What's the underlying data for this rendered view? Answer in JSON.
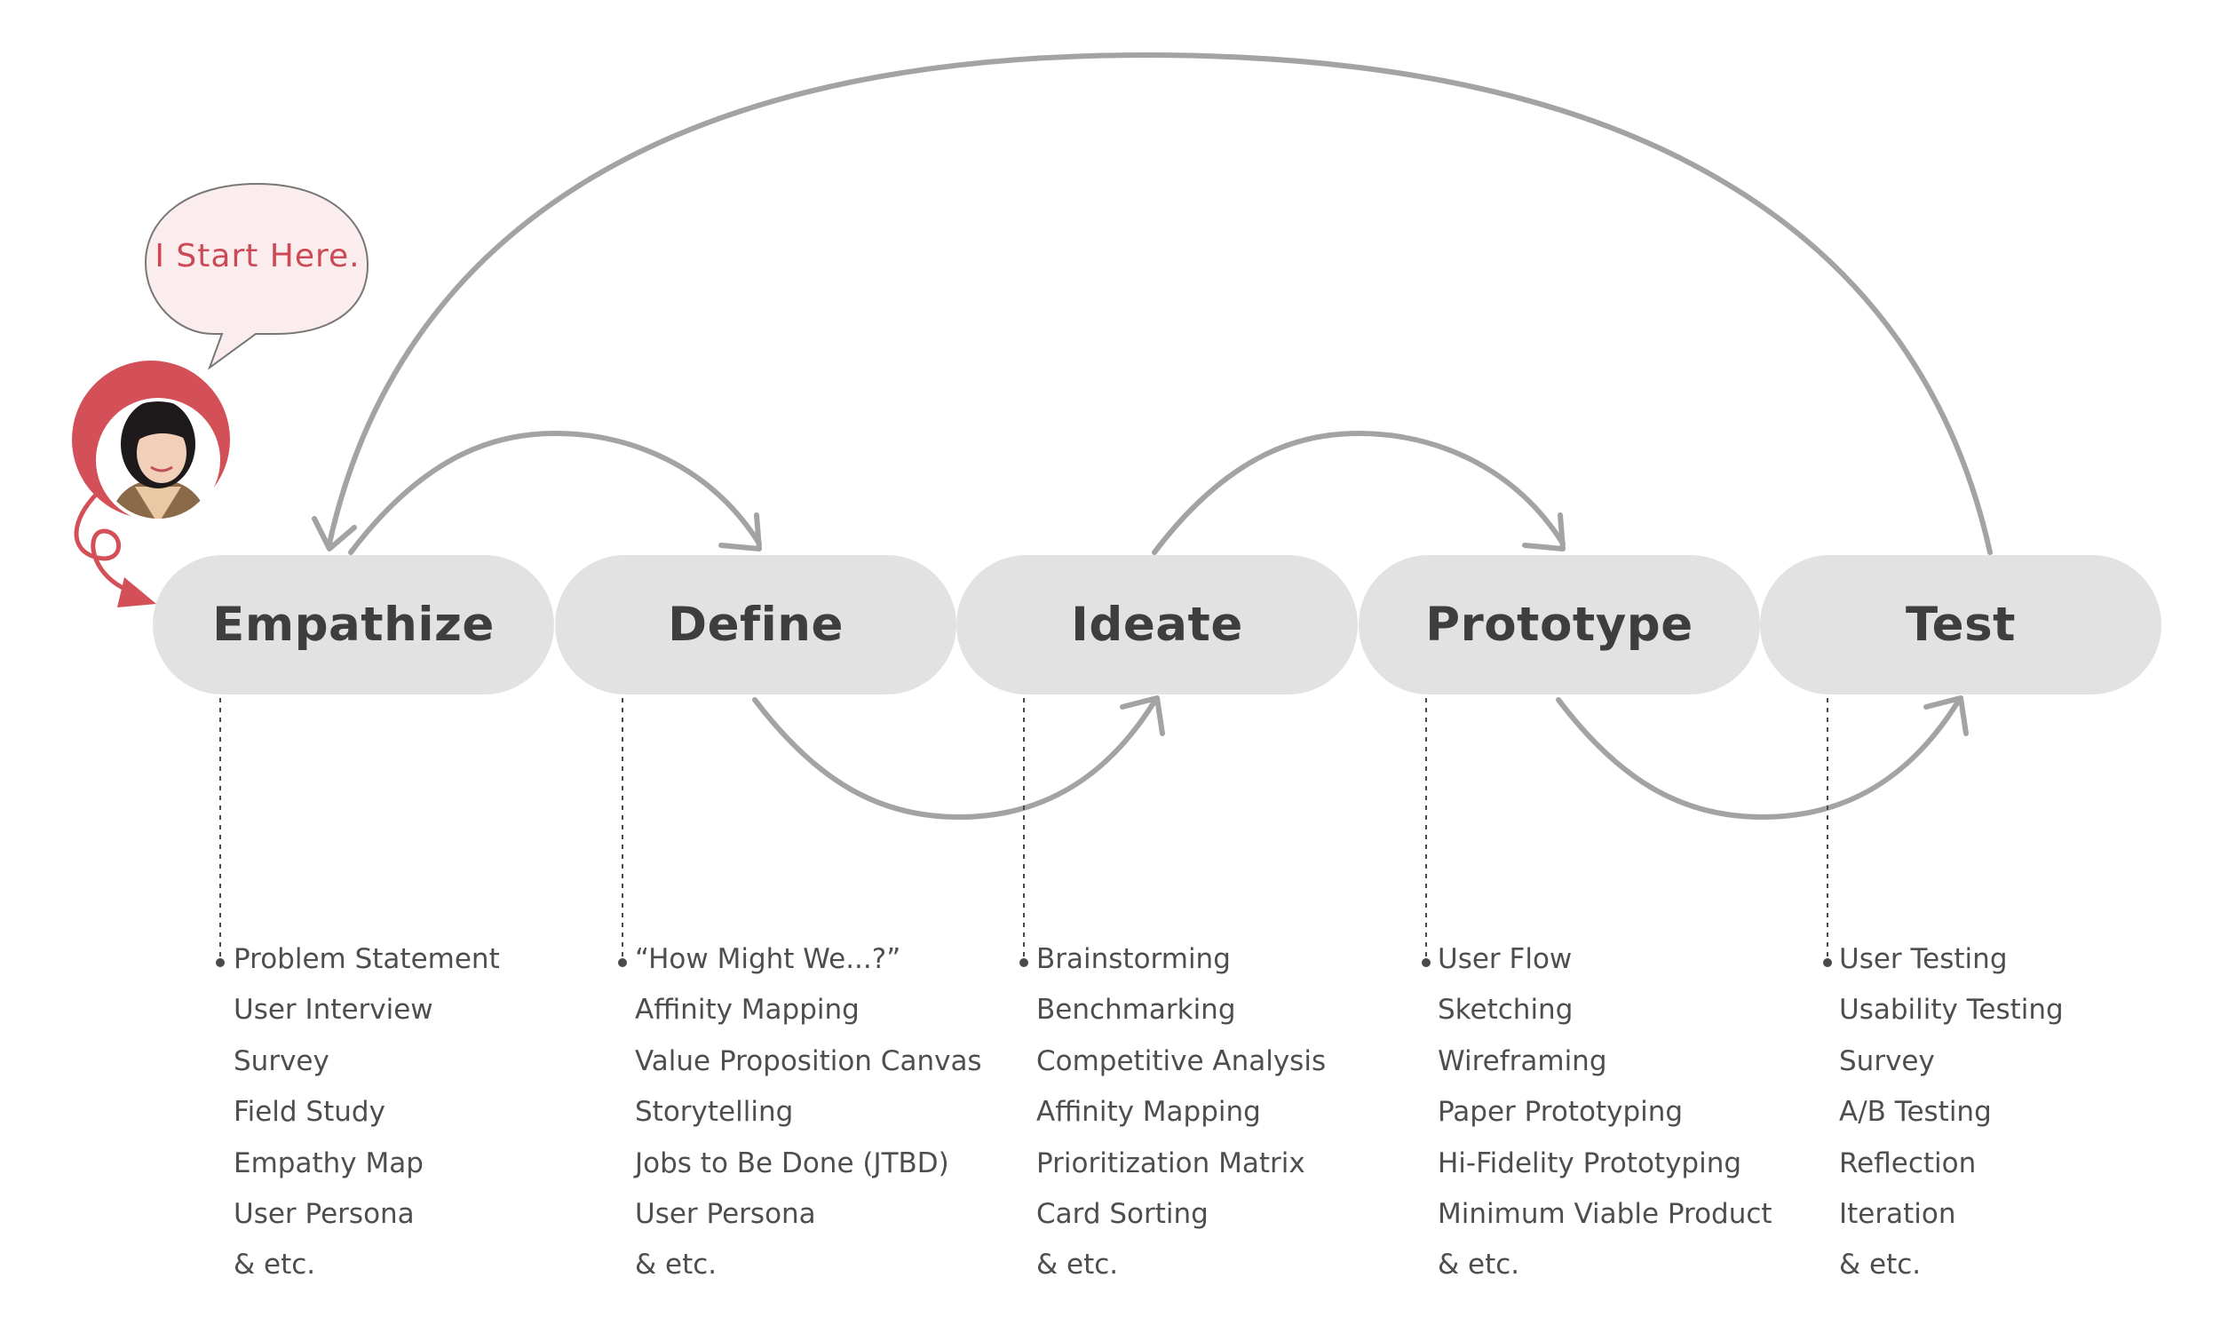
{
  "callout": {
    "text": "I Start Here."
  },
  "colors": {
    "accent": "#d45058",
    "pill": "#e2e2e2",
    "arrow": "#a3a3a3",
    "text": "#3e3e3e",
    "list_text": "#4e4e4e"
  },
  "avatar": {
    "icon": "person-photo"
  },
  "stages": [
    {
      "name": "Empathize",
      "methods": [
        "Problem Statement",
        "User Interview",
        "Survey",
        "Field Study",
        "Empathy Map",
        "User Persona",
        "& etc."
      ]
    },
    {
      "name": "Define",
      "methods": [
        "“How Might We...?”",
        "Affinity Mapping",
        "Value Proposition Canvas",
        "Storytelling",
        "Jobs to Be Done (JTBD)",
        "User Persona",
        "& etc."
      ]
    },
    {
      "name": "Ideate",
      "methods": [
        "Brainstorming",
        "Benchmarking",
        "Competitive Analysis",
        "Affinity Mapping",
        "Prioritization Matrix",
        "Card Sorting",
        "& etc."
      ]
    },
    {
      "name": "Prototype",
      "methods": [
        "User Flow",
        "Sketching",
        "Wireframing",
        "Paper Prototyping",
        "Hi-Fidelity Prototyping",
        "Minimum Viable Product",
        "& etc."
      ]
    },
    {
      "name": "Test",
      "methods": [
        "User Testing",
        "Usability Testing",
        "Survey",
        "A/B Testing",
        "Reflection",
        "Iteration",
        "& etc."
      ]
    }
  ]
}
